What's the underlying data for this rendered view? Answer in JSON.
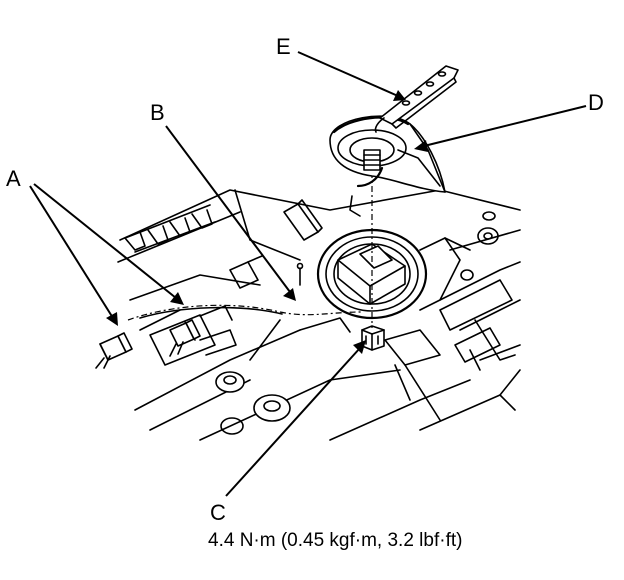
{
  "callouts": {
    "a": "A",
    "b": "B",
    "c": "C",
    "d": "D",
    "e": "E"
  },
  "torque_spec": "4.4 N·m (0.45 kgf·m, 3.2 lbf·ft)"
}
